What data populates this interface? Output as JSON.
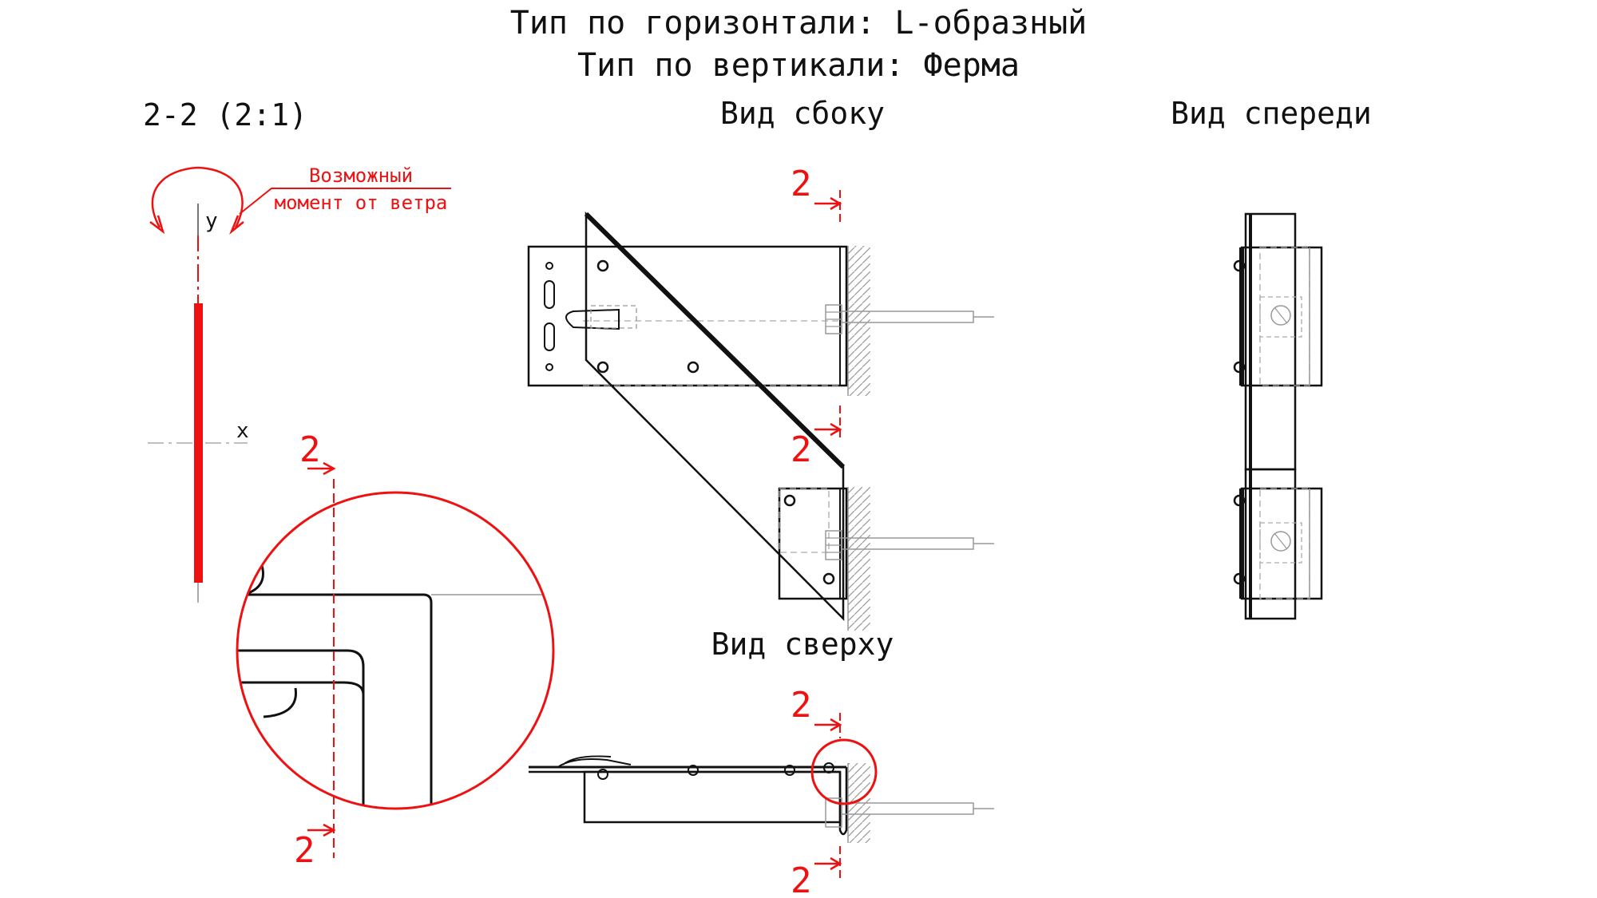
{
  "title": {
    "line1": "Тип по горизонтали: L-образный",
    "line2": "Тип по вертикали: Ферма"
  },
  "views": {
    "section": "2-2 (2:1)",
    "side": "Вид сбоку",
    "front": "Вид спереди",
    "top": "Вид сверху"
  },
  "section_detail": {
    "wind_note_line1": "Возможный",
    "wind_note_line2": "момент от ветра",
    "axis_y": "y",
    "axis_x": "x"
  },
  "section_marks": {
    "label": "2"
  },
  "colors": {
    "line": "#111111",
    "accent": "#ee1111",
    "hidden": "#9a9a9a",
    "background": "#ffffff"
  }
}
